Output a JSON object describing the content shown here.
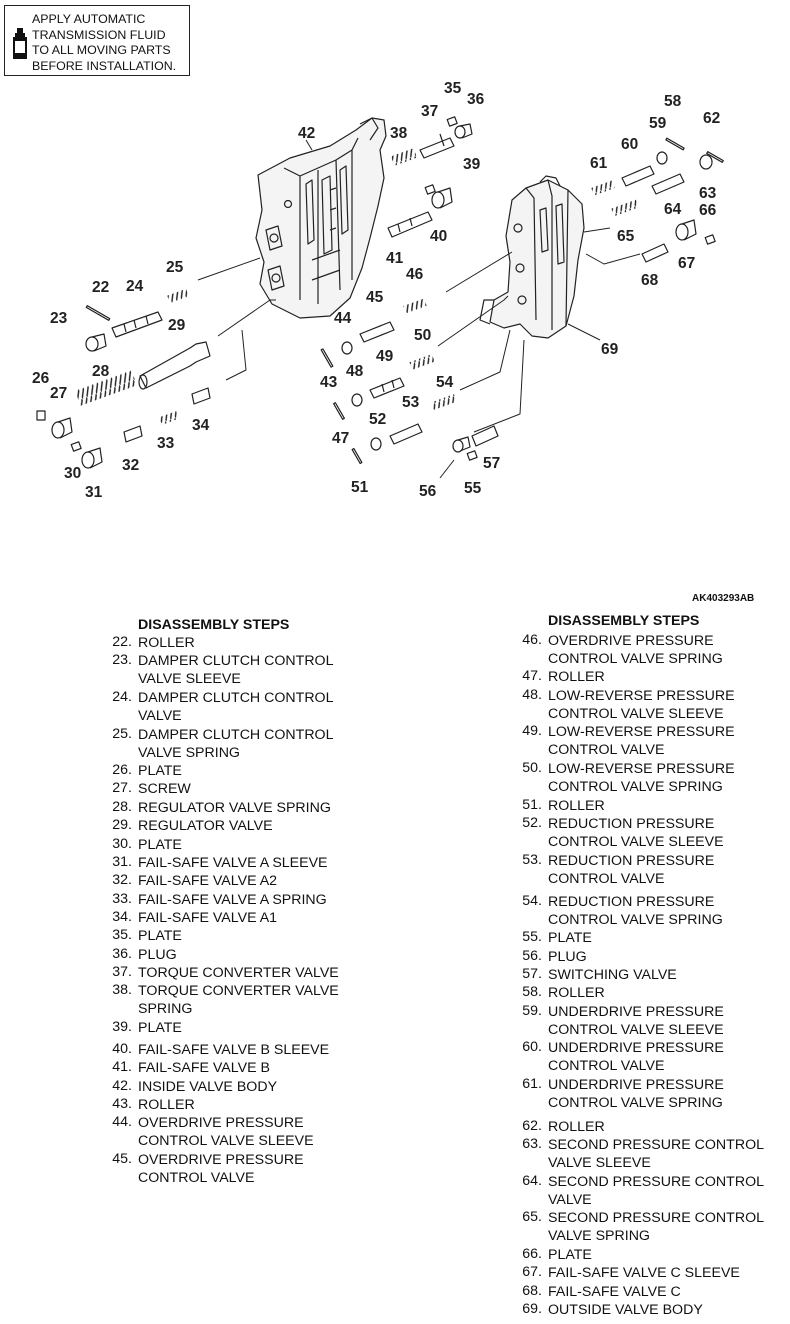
{
  "note": {
    "lines": [
      "APPLY AUTOMATIC",
      "TRANSMISSION FLUID",
      "TO ALL MOVING PARTS",
      "BEFORE INSTALLATION."
    ]
  },
  "diagram": {
    "callouts": [
      "22",
      "23",
      "24",
      "25",
      "26",
      "27",
      "28",
      "29",
      "30",
      "31",
      "32",
      "33",
      "34",
      "35",
      "36",
      "37",
      "38",
      "39",
      "40",
      "41",
      "42",
      "43",
      "44",
      "45",
      "46",
      "47",
      "48",
      "49",
      "50",
      "51",
      "52",
      "53",
      "54",
      "55",
      "56",
      "57",
      "58",
      "59",
      "60",
      "61",
      "62",
      "63",
      "64",
      "65",
      "66",
      "67",
      "68",
      "69"
    ]
  },
  "figure_code": "AK403293AB",
  "left_column": {
    "heading": "DISASSEMBLY STEPS",
    "steps": [
      {
        "num": "22.",
        "lines": [
          "ROLLER"
        ]
      },
      {
        "num": "23.",
        "lines": [
          "DAMPER CLUTCH CONTROL",
          "VALVE SLEEVE"
        ]
      },
      {
        "num": "24.",
        "lines": [
          "DAMPER CLUTCH CONTROL",
          "VALVE"
        ]
      },
      {
        "num": "25.",
        "lines": [
          "DAMPER CLUTCH CONTROL",
          "VALVE SPRING"
        ]
      },
      {
        "num": "26.",
        "lines": [
          "PLATE"
        ]
      },
      {
        "num": "27.",
        "lines": [
          "SCREW"
        ]
      },
      {
        "num": "28.",
        "lines": [
          "REGULATOR VALVE SPRING"
        ]
      },
      {
        "num": "29.",
        "lines": [
          "REGULATOR VALVE"
        ]
      },
      {
        "num": "30.",
        "lines": [
          "PLATE"
        ]
      },
      {
        "num": "31.",
        "lines": [
          "FAIL-SAFE VALVE A SLEEVE"
        ]
      },
      {
        "num": "32.",
        "lines": [
          "FAIL-SAFE VALVE A2"
        ]
      },
      {
        "num": "33.",
        "lines": [
          "FAIL-SAFE VALVE A SPRING"
        ]
      },
      {
        "num": "34.",
        "lines": [
          "FAIL-SAFE VALVE A1"
        ]
      },
      {
        "num": "35.",
        "lines": [
          "PLATE"
        ]
      },
      {
        "num": "36.",
        "lines": [
          "PLUG"
        ]
      },
      {
        "num": "37.",
        "lines": [
          "TORQUE CONVERTER VALVE"
        ]
      },
      {
        "num": "38.",
        "lines": [
          "TORQUE CONVERTER VALVE",
          "SPRING"
        ]
      },
      {
        "num": "39.",
        "lines": [
          "PLATE"
        ]
      },
      {
        "num": "40.",
        "lines": [
          "FAIL-SAFE VALVE B SLEEVE"
        ]
      },
      {
        "num": "41.",
        "lines": [
          "FAIL-SAFE VALVE B"
        ]
      },
      {
        "num": "42.",
        "lines": [
          "INSIDE VALVE BODY"
        ]
      },
      {
        "num": "43.",
        "lines": [
          "ROLLER"
        ]
      },
      {
        "num": "44.",
        "lines": [
          "OVERDRIVE PRESSURE",
          "CONTROL VALVE SLEEVE"
        ]
      },
      {
        "num": "45.",
        "lines": [
          "OVERDRIVE PRESSURE",
          "CONTROL VALVE"
        ]
      }
    ]
  },
  "right_column": {
    "heading": "DISASSEMBLY STEPS",
    "steps": [
      {
        "num": "46.",
        "lines": [
          "OVERDRIVE PRESSURE",
          "CONTROL VALVE SPRING"
        ]
      },
      {
        "num": "47.",
        "lines": [
          "ROLLER"
        ]
      },
      {
        "num": "48.",
        "lines": [
          "LOW-REVERSE PRESSURE",
          "CONTROL VALVE SLEEVE"
        ]
      },
      {
        "num": "49.",
        "lines": [
          "LOW-REVERSE PRESSURE",
          "CONTROL VALVE"
        ]
      },
      {
        "num": "50.",
        "lines": [
          "LOW-REVERSE PRESSURE",
          "CONTROL VALVE SPRING"
        ]
      },
      {
        "num": "51.",
        "lines": [
          "ROLLER"
        ]
      },
      {
        "num": "52.",
        "lines": [
          "REDUCTION PRESSURE",
          "CONTROL VALVE SLEEVE"
        ]
      },
      {
        "num": "53.",
        "lines": [
          "REDUCTION PRESSURE",
          "CONTROL VALVE"
        ]
      },
      {
        "num": "54.",
        "lines": [
          "REDUCTION PRESSURE",
          "CONTROL VALVE SPRING"
        ]
      },
      {
        "num": "55.",
        "lines": [
          "PLATE"
        ]
      },
      {
        "num": "56.",
        "lines": [
          "PLUG"
        ]
      },
      {
        "num": "57.",
        "lines": [
          "SWITCHING VALVE"
        ]
      },
      {
        "num": "58.",
        "lines": [
          "ROLLER"
        ]
      },
      {
        "num": "59.",
        "lines": [
          "UNDERDRIVE PRESSURE",
          "CONTROL VALVE SLEEVE"
        ]
      },
      {
        "num": "60.",
        "lines": [
          "UNDERDRIVE PRESSURE",
          "CONTROL VALVE"
        ]
      },
      {
        "num": "61.",
        "lines": [
          "UNDERDRIVE PRESSURE",
          "CONTROL VALVE SPRING"
        ]
      },
      {
        "num": "62.",
        "lines": [
          "ROLLER"
        ]
      },
      {
        "num": "63.",
        "lines": [
          "SECOND PRESSURE CONTROL",
          "VALVE SLEEVE"
        ]
      },
      {
        "num": "64.",
        "lines": [
          "SECOND PRESSURE CONTROL",
          "VALVE"
        ]
      },
      {
        "num": "65.",
        "lines": [
          "SECOND PRESSURE CONTROL",
          "VALVE SPRING"
        ]
      },
      {
        "num": "66.",
        "lines": [
          "PLATE"
        ]
      },
      {
        "num": "67.",
        "lines": [
          "FAIL-SAFE VALVE C SLEEVE"
        ]
      },
      {
        "num": "68.",
        "lines": [
          "FAIL-SAFE VALVE C"
        ]
      },
      {
        "num": "69.",
        "lines": [
          "OUTSIDE VALVE BODY"
        ]
      }
    ]
  }
}
